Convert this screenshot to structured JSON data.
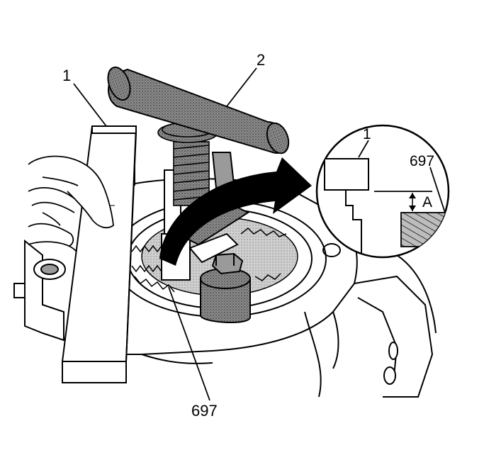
{
  "callouts": {
    "tool_bar": "1",
    "t_handle": "2",
    "gear_main": "697",
    "inset_tool": "1",
    "inset_gear": "697",
    "inset_dimension": "A"
  },
  "colors": {
    "ink": "#000000",
    "fill_dark": "#6e6e6e",
    "fill_mid": "#9a9a9a",
    "fill_light": "#c9c9c9",
    "background": "#ffffff"
  }
}
